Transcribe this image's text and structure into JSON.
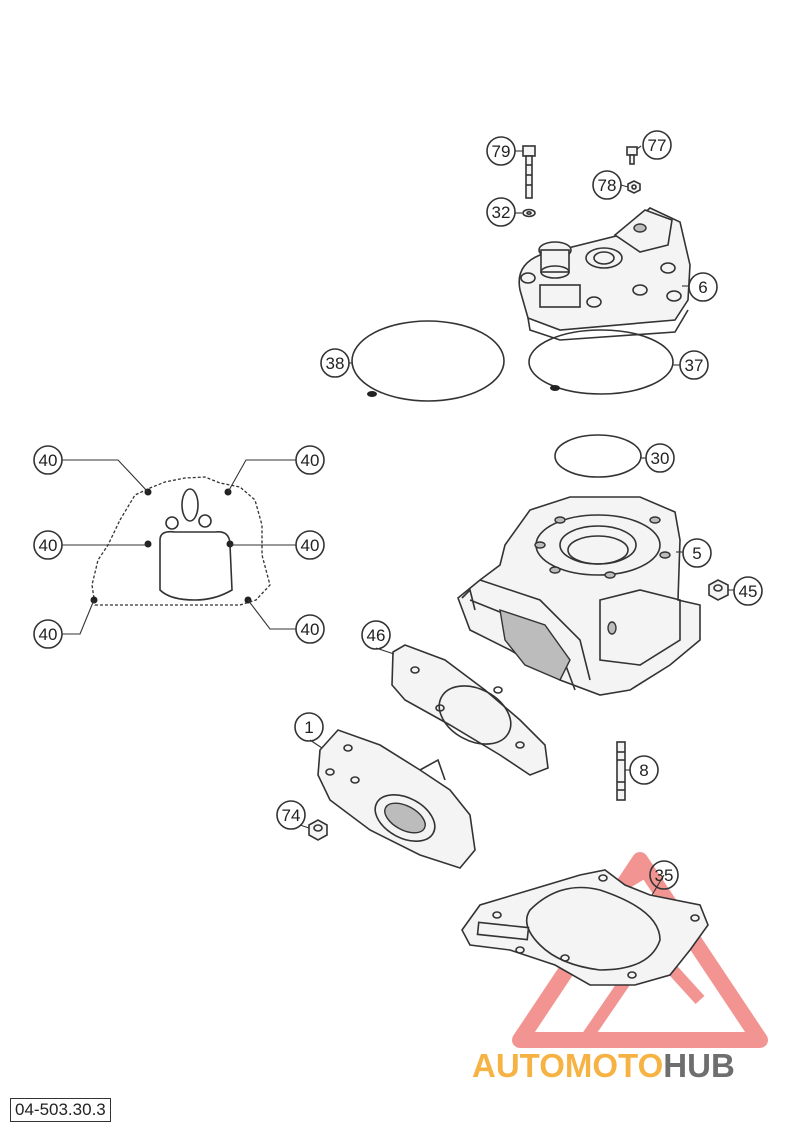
{
  "diagram": {
    "id_label": "04-503.30.3",
    "callouts": {
      "c79": "79",
      "c77": "77",
      "c78": "78",
      "c32": "32",
      "c6": "6",
      "c38": "38",
      "c37": "37",
      "c30": "30",
      "c5": "5",
      "c45": "45",
      "c46": "46",
      "c1": "1",
      "c8": "8",
      "c74": "74",
      "c35": "35",
      "c40_a": "40",
      "c40_b": "40",
      "c40_c": "40",
      "c40_d": "40",
      "c40_e": "40",
      "c40_f": "40"
    }
  },
  "watermark": {
    "part1": "AUTOMOTO",
    "part2": "HUB",
    "color_orange": "#f5a623",
    "color_red": "#e8403a",
    "color_gray": "#555555"
  }
}
